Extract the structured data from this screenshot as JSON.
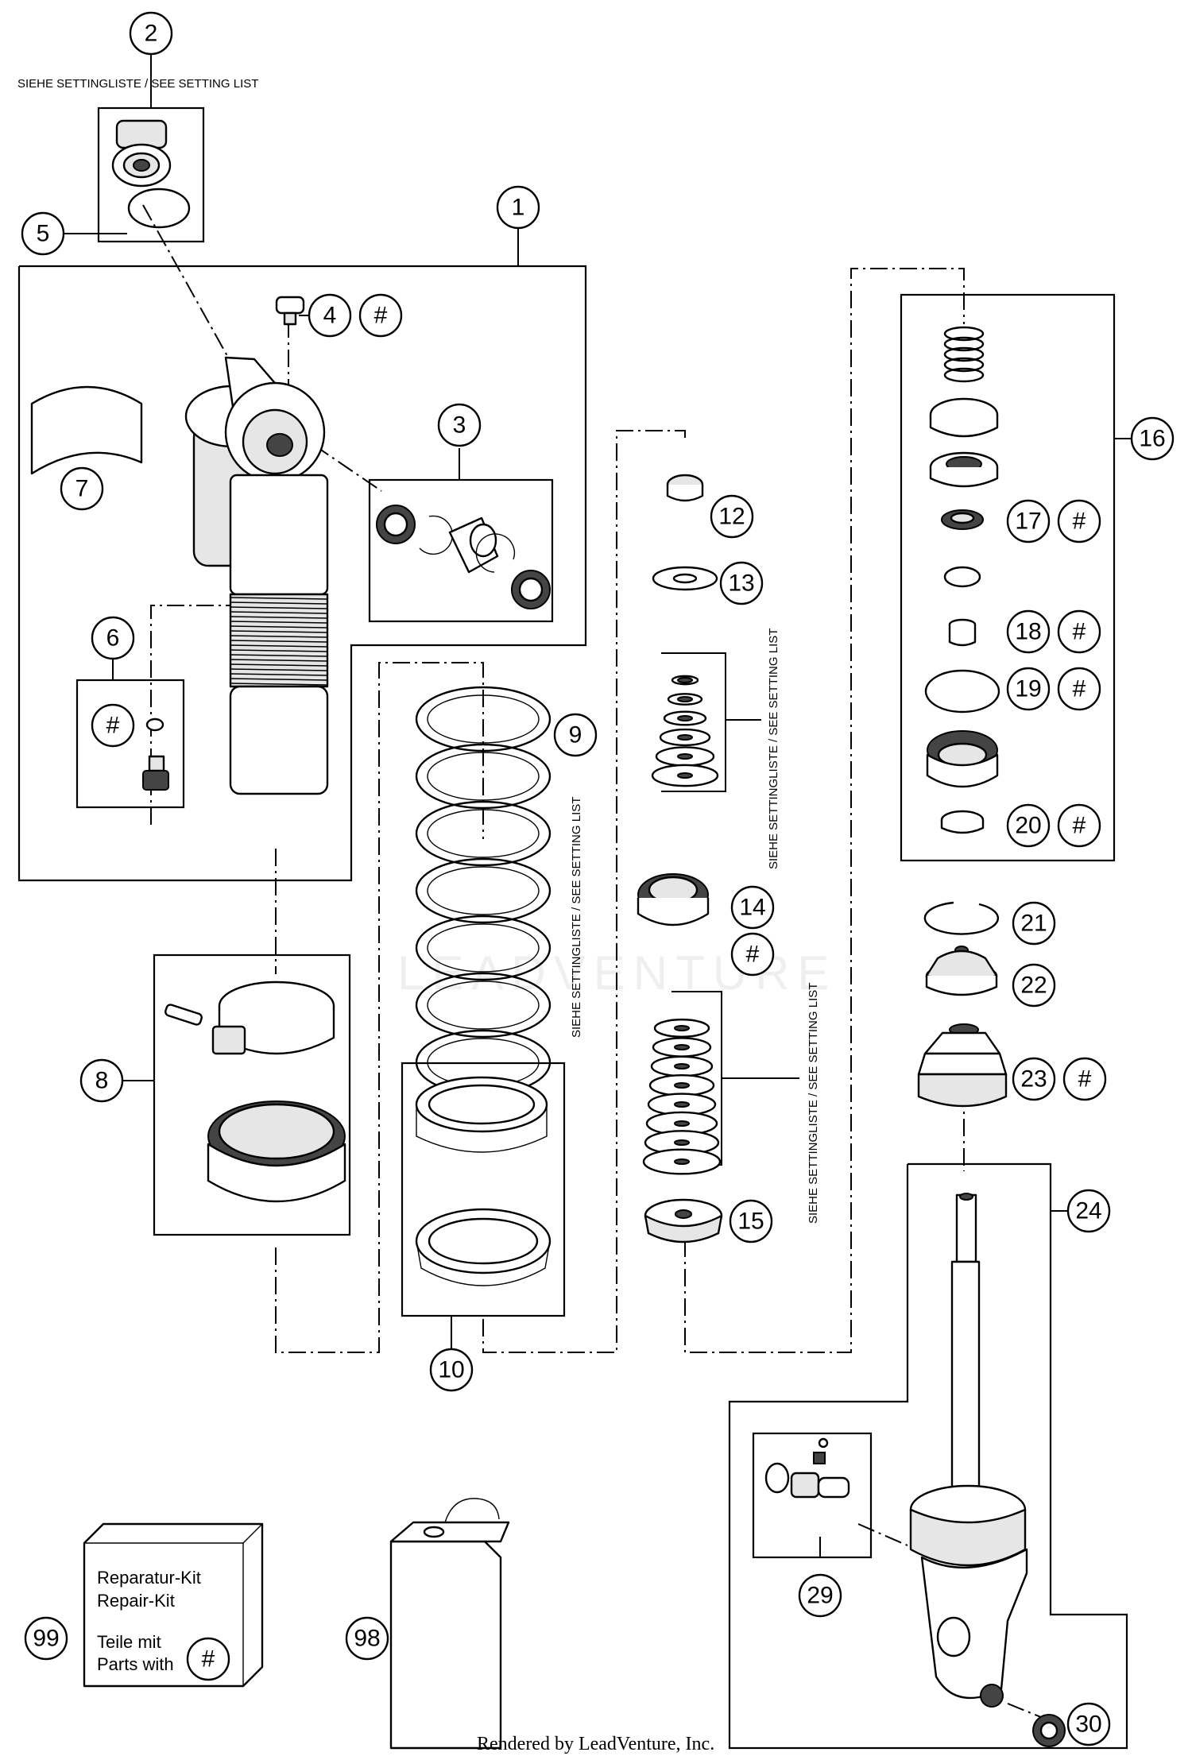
{
  "setting_notes": {
    "top": "SIEHE SETTINGLISTE / SEE SETTING LIST",
    "spring": "SIEHE SETTINGLISTE / SEE SETTING LIST",
    "shims_upper": "SIEHE SETTINGLISTE / SEE SETTING LIST",
    "shims_lower": "SIEHE SETTINGLISTE / SEE SETTING LIST"
  },
  "callouts": {
    "c1": "1",
    "c2": "2",
    "c3": "3",
    "c4": "4",
    "c4h": "#",
    "c5": "5",
    "c6": "6",
    "c6h": "#",
    "c7": "7",
    "c8": "8",
    "c9": "9",
    "c10": "10",
    "c12": "12",
    "c13": "13",
    "c14": "14",
    "c14h": "#",
    "c15": "15",
    "c16": "16",
    "c17": "17",
    "c17h": "#",
    "c18": "18",
    "c18h": "#",
    "c19": "19",
    "c19h": "#",
    "c20": "20",
    "c20h": "#",
    "c21": "21",
    "c22": "22",
    "c23": "23",
    "c23h": "#",
    "c24": "24",
    "c29": "29",
    "c30": "30",
    "c98": "98",
    "c99": "99"
  },
  "kit_box": {
    "line1": "Reparatur-Kit",
    "line2": "Repair-Kit",
    "line3": "Teile mit",
    "line4": "Parts with",
    "hash": "#"
  },
  "watermark": "LEADVENTURE",
  "footer": "Rendered by LeadVenture, Inc."
}
